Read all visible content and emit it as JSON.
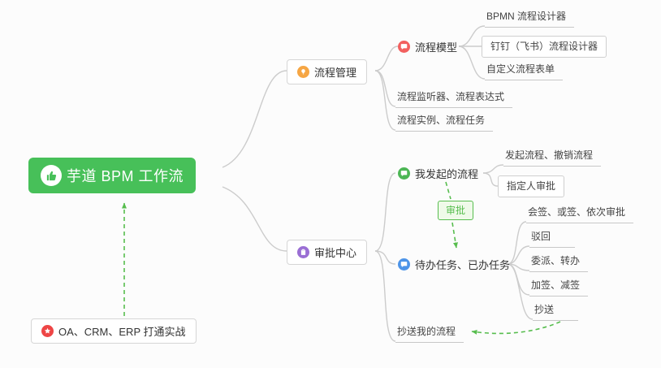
{
  "colors": {
    "root_bg": "#47c059",
    "connector_gray": "#cccccc",
    "arrow_green": "#57bd4e",
    "badge_bg": "#effae9",
    "icon_orange": "#f6a644",
    "icon_red_bubble": "#f2605f",
    "icon_purple": "#9a6ed4",
    "icon_green_bubble": "#4cb655",
    "icon_blue_bubble": "#4d94e8",
    "icon_star_red": "#ee4545"
  },
  "mindmap": {
    "root": {
      "label": "芋道 BPM 工作流",
      "icon": "thumbs-up-icon"
    },
    "branch1": {
      "label": "流程管理",
      "icon": "lightbulb-icon",
      "children": {
        "process_model": {
          "label": "流程模型",
          "icon": "message-icon",
          "children": {
            "bpmn": "BPMN 流程设计器",
            "dingtalk": "钉钉（飞书）流程设计器",
            "custom_form": "自定义流程表单"
          }
        },
        "listener": "流程监听器、流程表达式",
        "instance": "流程实例、流程任务"
      }
    },
    "branch2": {
      "label": "审批中心",
      "icon": "clipboard-icon",
      "children": {
        "my_initiated": {
          "label": "我发起的流程",
          "icon": "message-icon",
          "children": {
            "initiate_cancel": "发起流程、撤销流程",
            "assignee": "指定人审批"
          }
        },
        "todo_done": {
          "label": "待办任务、已办任务",
          "icon": "message-icon",
          "children": {
            "countersign": "会签、或签、依次审批",
            "reject": "驳回",
            "delegate": "委派、转办",
            "addsign": "加签、减签",
            "cc": "抄送"
          }
        },
        "cc_my": "抄送我的流程"
      }
    },
    "labels": {
      "approval_badge": "审批"
    },
    "bottom_note": {
      "label": "OA、CRM、ERP 打通实战",
      "icon": "star-icon"
    }
  }
}
